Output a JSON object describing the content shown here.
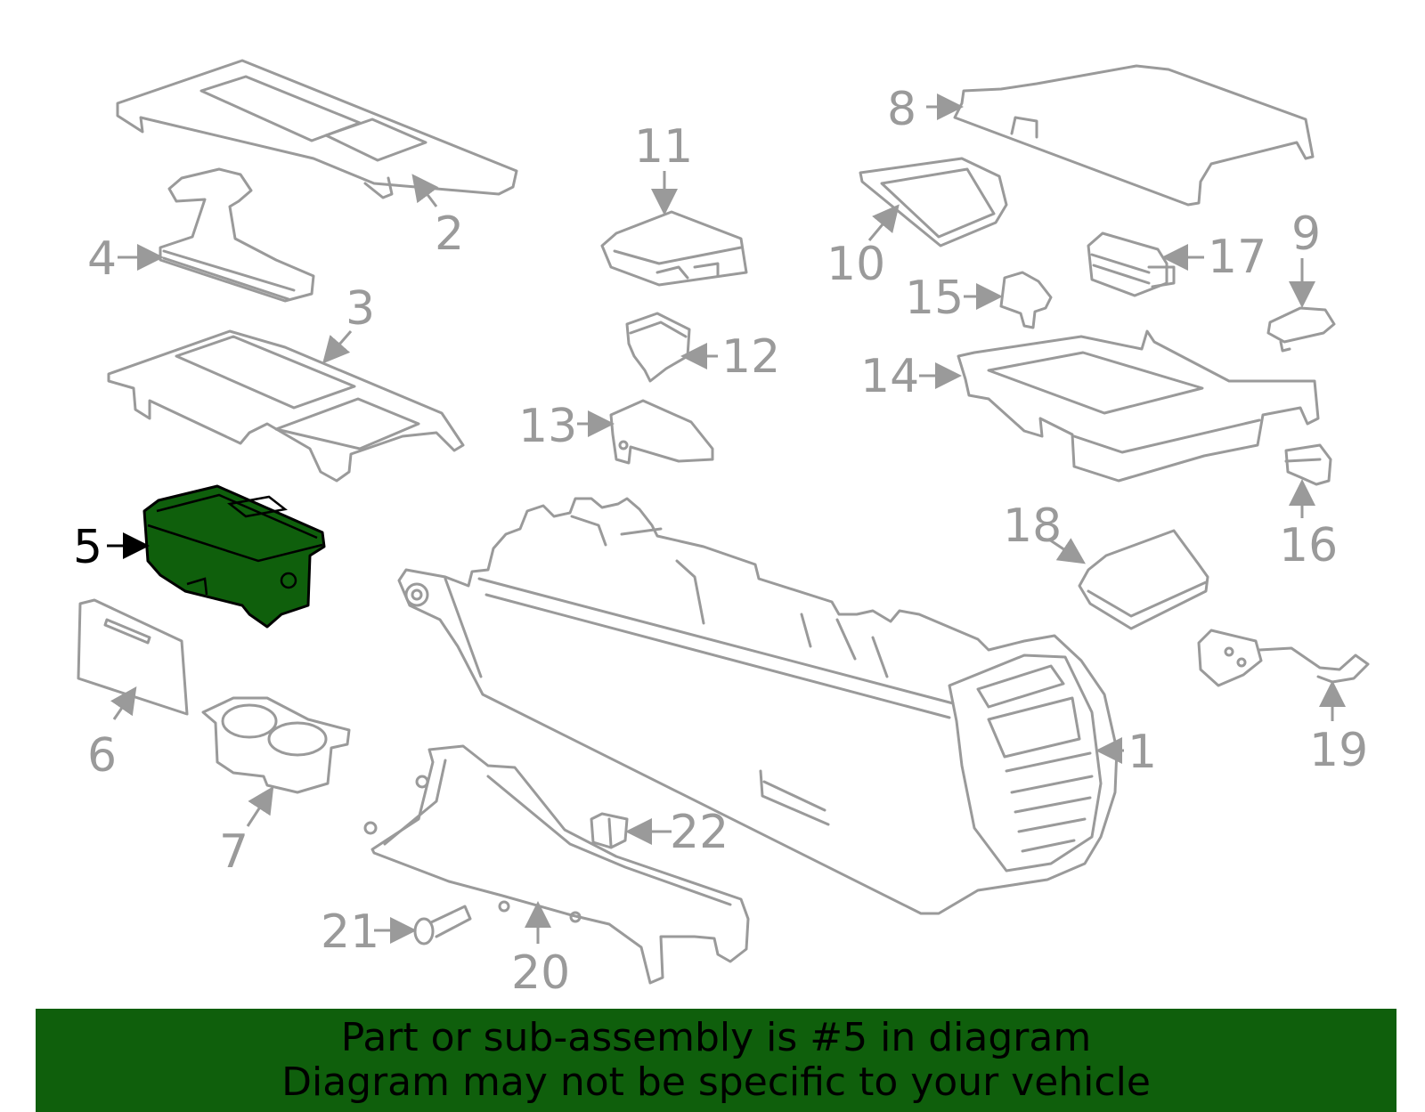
{
  "colors": {
    "highlight_fill": "#0f5f0c",
    "part_stroke": "#9a9a9a",
    "banner_bg": "#0f5f0c",
    "banner_text": "#000000"
  },
  "highlighted_part": "5",
  "callouts": [
    {
      "id": "1",
      "label": "1"
    },
    {
      "id": "2",
      "label": "2"
    },
    {
      "id": "3",
      "label": "3"
    },
    {
      "id": "4",
      "label": "4"
    },
    {
      "id": "5",
      "label": "5"
    },
    {
      "id": "6",
      "label": "6"
    },
    {
      "id": "7",
      "label": "7"
    },
    {
      "id": "8",
      "label": "8"
    },
    {
      "id": "9",
      "label": "9"
    },
    {
      "id": "10",
      "label": "10"
    },
    {
      "id": "11",
      "label": "11"
    },
    {
      "id": "12",
      "label": "12"
    },
    {
      "id": "13",
      "label": "13"
    },
    {
      "id": "14",
      "label": "14"
    },
    {
      "id": "15",
      "label": "15"
    },
    {
      "id": "16",
      "label": "16"
    },
    {
      "id": "17",
      "label": "17"
    },
    {
      "id": "18",
      "label": "18"
    },
    {
      "id": "19",
      "label": "19"
    },
    {
      "id": "20",
      "label": "20"
    },
    {
      "id": "21",
      "label": "21"
    },
    {
      "id": "22",
      "label": "22"
    }
  ],
  "banner": {
    "line1": "Part or sub-assembly is #5 in diagram",
    "line2": "Diagram may not be specific to your vehicle"
  }
}
